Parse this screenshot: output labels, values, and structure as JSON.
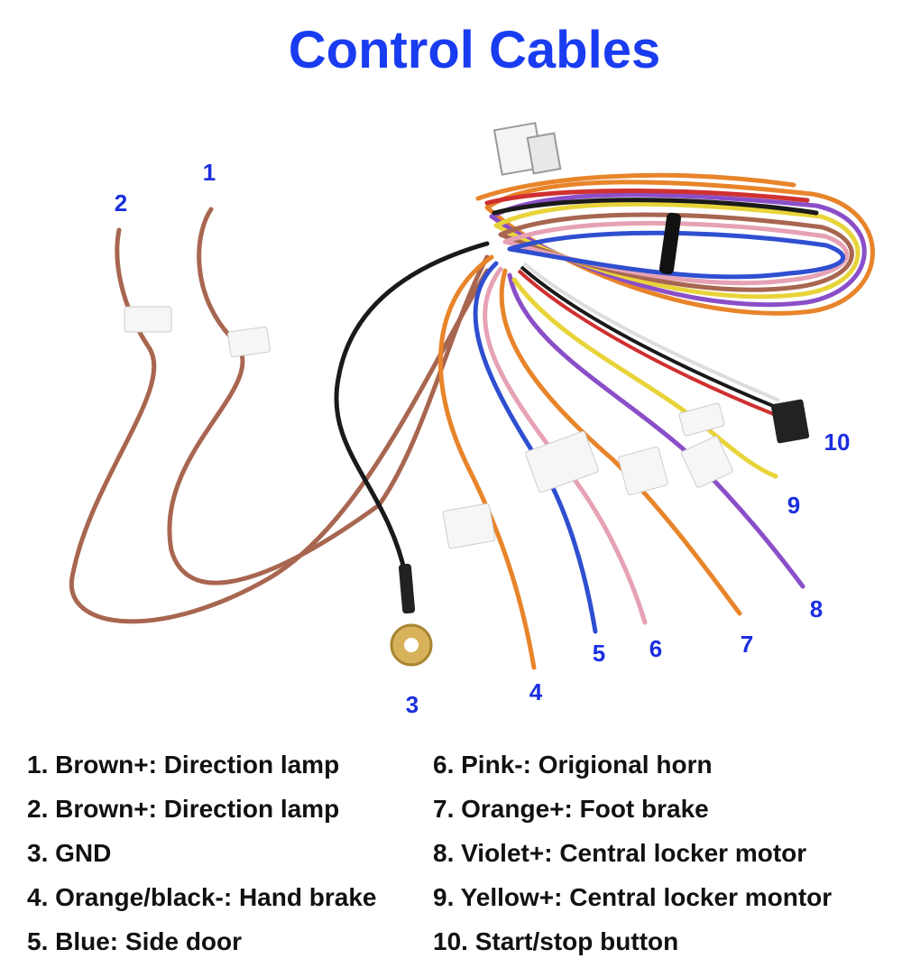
{
  "title": "Control Cables",
  "numbers": [
    "1",
    "2",
    "3",
    "4",
    "5",
    "6",
    "7",
    "8",
    "9",
    "10"
  ],
  "legend_left": [
    "1. Brown+: Direction lamp",
    "2. Brown+: Direction lamp",
    "3. GND",
    "4. Orange/black-: Hand brake",
    "5. Blue: Side door"
  ],
  "legend_right": [
    "6. Pink-: Origional horn",
    "7. Orange+: Foot brake",
    "8. Violet+: Central locker motor",
    "9. Yellow+: Central locker montor",
    "10. Start/stop button"
  ],
  "colors": {
    "brown": "#a86650",
    "black": "#1a1a1a",
    "orange": "#e8842a",
    "blue": "#2f4fd0",
    "pink": "#e6a2b4",
    "violet": "#8a4fc8",
    "yellow": "#e8d43a",
    "red": "#d03030",
    "title": "#1a3cf0",
    "numbers": "#1a2ee0"
  }
}
